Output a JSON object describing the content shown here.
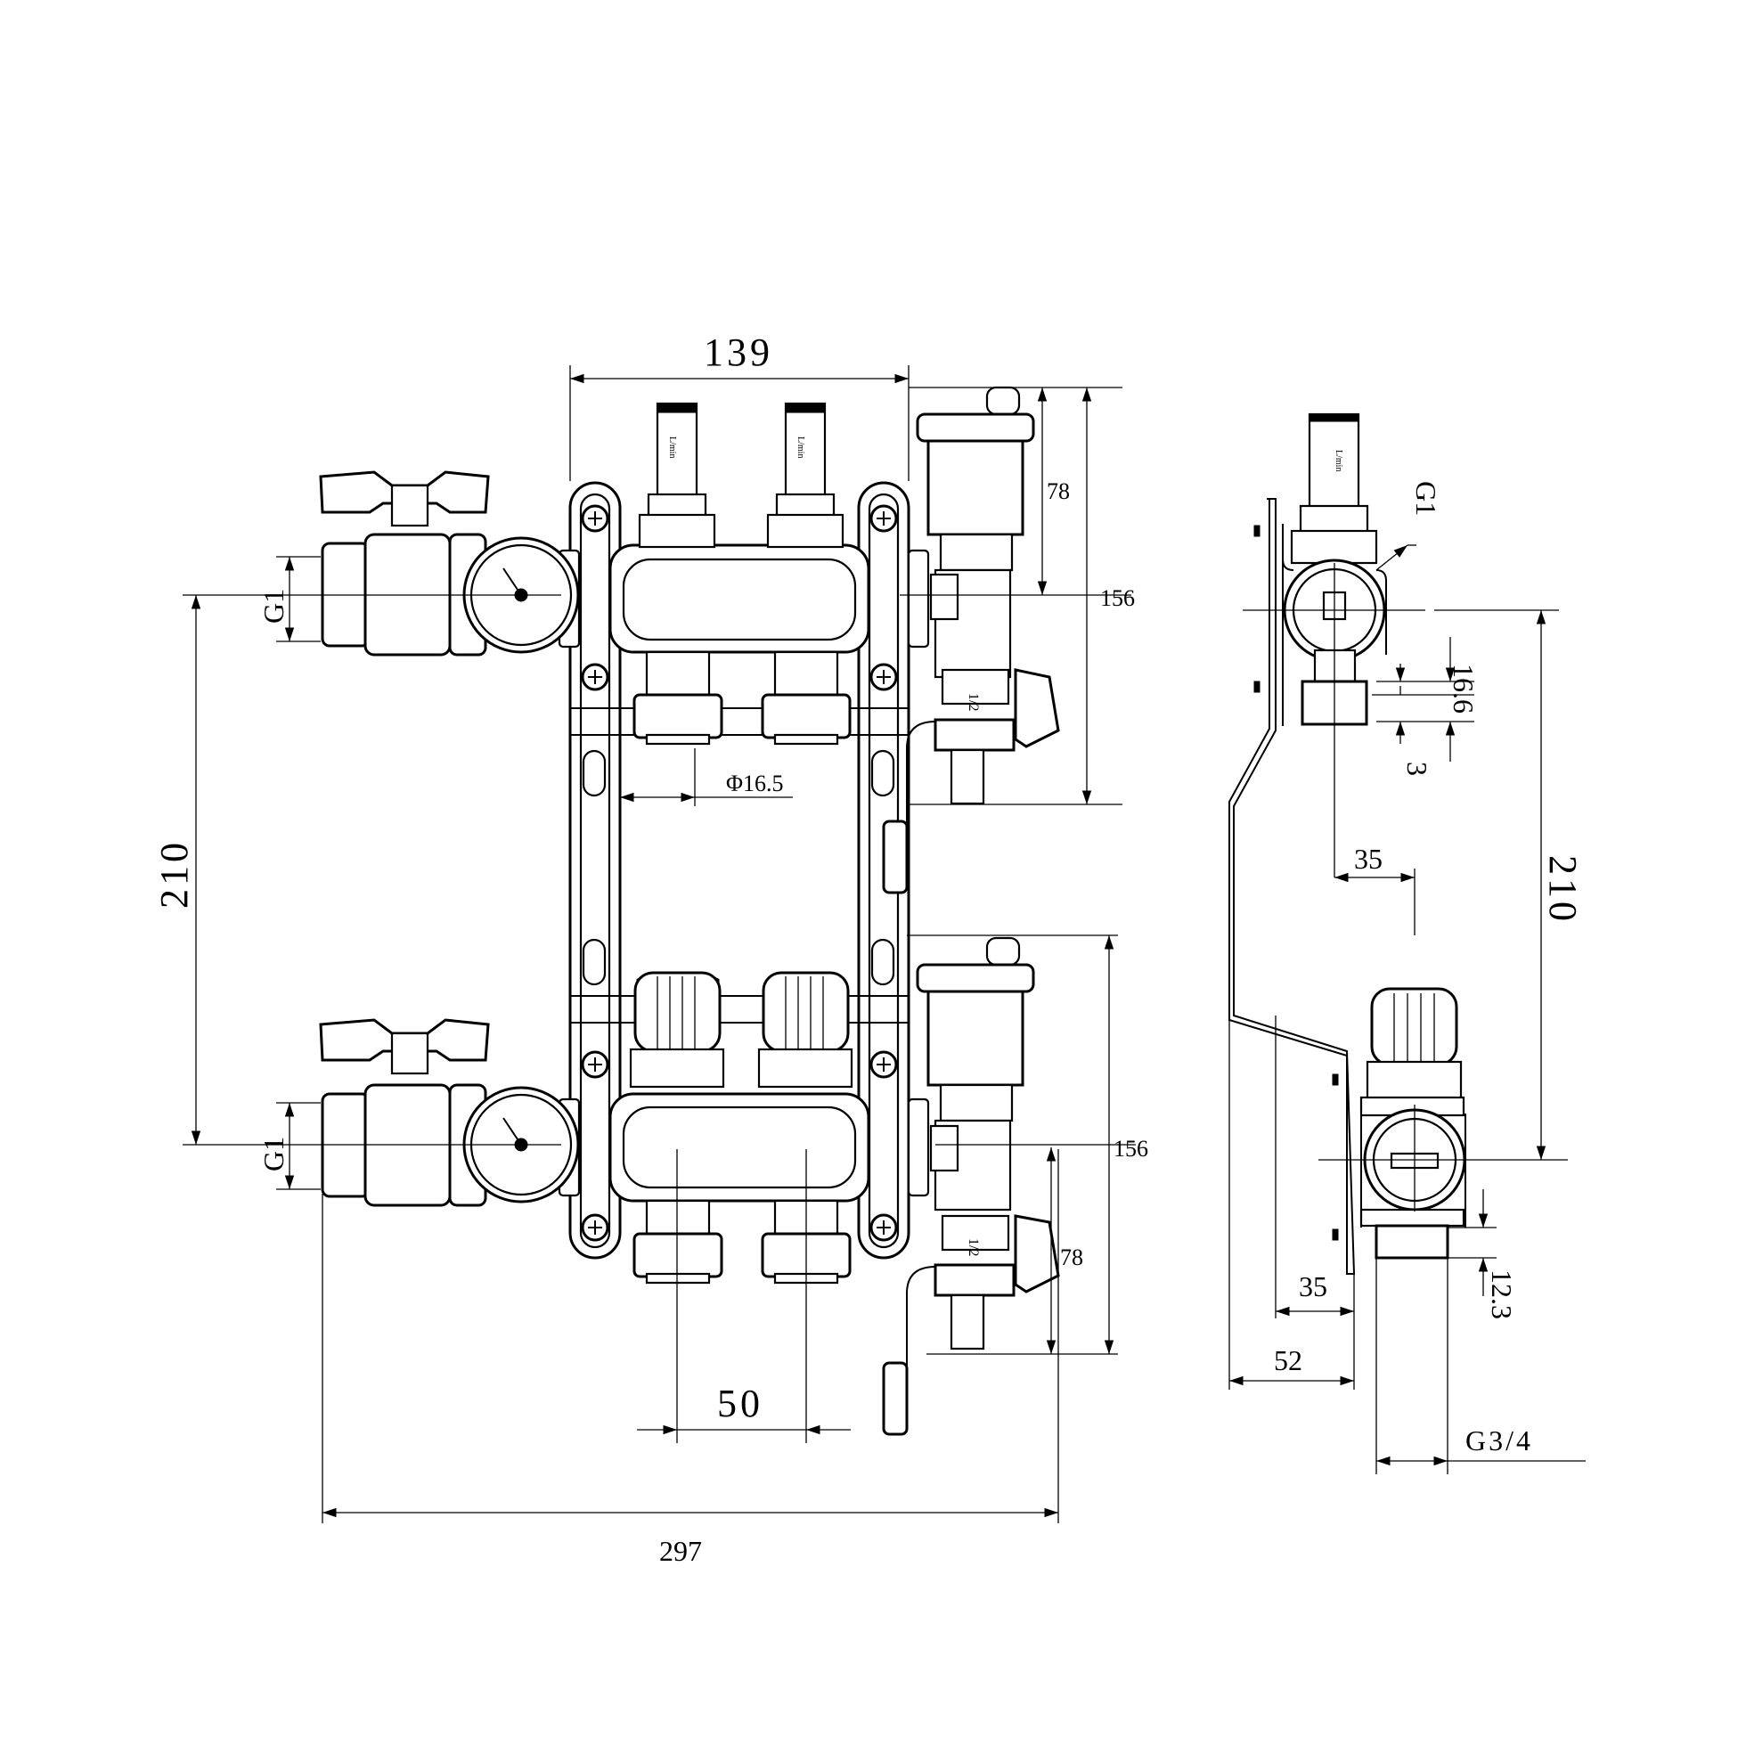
{
  "dimensions": {
    "top_width": "139",
    "right_top_height_78": "78",
    "right_top_height_156": "156",
    "pipe_diameter": "Φ16.5",
    "left_spacing_210": "210",
    "left_g1_top": "G1",
    "left_g1_bottom": "G1",
    "right_bottom_height_156": "156",
    "right_bottom_height_78": "78",
    "outlet_spacing_50": "50",
    "total_width_297": "297",
    "side_g1": "G1",
    "side_16_6": "16.6",
    "side_3": "3",
    "side_35_top": "35",
    "side_210": "210",
    "side_35_bottom": "35",
    "side_12_3": "12.3",
    "side_52": "52",
    "side_g3_4": "G3/4"
  },
  "flowmeter_label": "L/min",
  "valve_label": "1/2"
}
